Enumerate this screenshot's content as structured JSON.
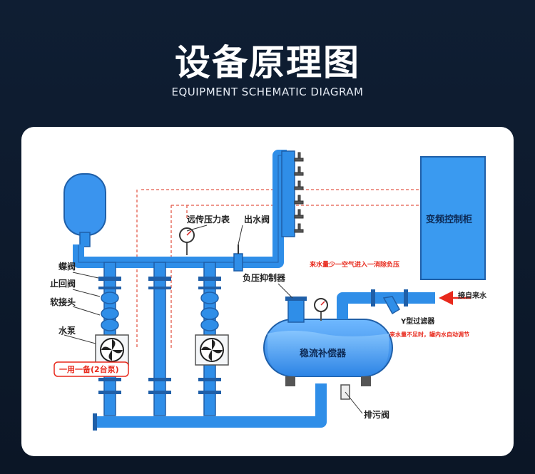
{
  "header": {
    "title": "设备原理图",
    "subtitle": "EQUIPMENT SCHEMATIC DIAGRAM"
  },
  "labels": {
    "butterfly_valve": "蝶阀",
    "check_valve": "止回阀",
    "soft_joint": "软接头",
    "pump": "水泵",
    "pump_config": "一用一备(2台泵)",
    "remote_gauge": "远传压力表",
    "outlet_valve": "出水阀",
    "vfd_cabinet": "变频控制柜",
    "note_less_water": "来水量少一空气进入一消除负压",
    "neg_pressure_suppressor": "负压抑制器",
    "inlet": "接自来水",
    "y_filter": "Y型过滤器",
    "note_insufficient": "来水量不足时，罐内水自动调节",
    "stabilizer": "稳流补偿器",
    "drain_valve": "排污阀"
  },
  "colors": {
    "pipe": "#2f8ee8",
    "pipe_dark": "#1f5fa8",
    "cabinet": "#3a9af0",
    "signal": "#e35b4a",
    "note_red": "#e8291c",
    "background": "#0f1e33"
  }
}
